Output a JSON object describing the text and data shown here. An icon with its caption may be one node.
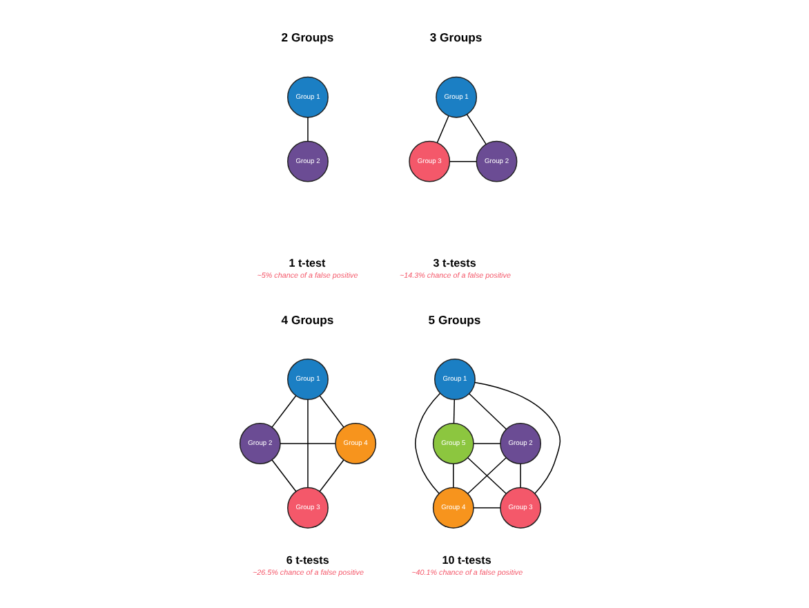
{
  "diagram": {
    "nodes": [
      {
        "text": [
          "Group 1"
        ]
      },
      {
        "text": [
          "Group 2"
        ]
      },
      {
        "text": [
          "Group 1"
        ]
      },
      {
        "text": [
          "Group 3"
        ]
      },
      {
        "text": [
          "Group 2"
        ]
      },
      {
        "text": [
          "Group 1"
        ]
      },
      {
        "text": [
          "Group 4"
        ]
      },
      {
        "text": [
          "Group 2"
        ]
      },
      {
        "text": [
          "Group 3"
        ]
      },
      {
        "text": [
          "Group 1"
        ]
      },
      {
        "text": [
          "Group 5"
        ]
      },
      {
        "text": [
          "Group 2"
        ]
      },
      {
        "text": [
          "Group 4"
        ]
      },
      {
        "text": [
          "Group 3"
        ]
      }
    ],
    "edges": [
      {
        "from": 0,
        "to": 1,
        "arrow": "none"
      },
      {
        "from": 2,
        "to": 3,
        "arrow": "none"
      },
      {
        "from": 2,
        "to": 4,
        "arrow": "none"
      },
      {
        "from": 3,
        "to": 4,
        "arrow": "none"
      },
      {
        "from": 5,
        "to": 6,
        "arrow": "none"
      },
      {
        "from": 5,
        "to": 7,
        "arrow": "none"
      },
      {
        "from": 5,
        "to": 8,
        "arrow": "none"
      },
      {
        "from": 6,
        "to": 7,
        "arrow": "none"
      },
      {
        "from": 6,
        "to": 8,
        "arrow": "none"
      },
      {
        "from": 7,
        "to": 8,
        "arrow": "none"
      },
      {
        "from": 9,
        "to": 10,
        "arrow": "none"
      },
      {
        "from": 9,
        "to": 11,
        "arrow": "none"
      },
      {
        "from": 9,
        "to": 12,
        "arrow": "none"
      },
      {
        "from": 9,
        "to": 13,
        "arrow": "none"
      },
      {
        "from": 10,
        "to": 11,
        "arrow": "none"
      },
      {
        "from": 10,
        "to": 12,
        "arrow": "none"
      },
      {
        "from": 10,
        "to": 13,
        "arrow": "none"
      },
      {
        "from": 11,
        "to": 12,
        "arrow": "none"
      },
      {
        "from": 11,
        "to": 13,
        "arrow": "none"
      },
      {
        "from": 12,
        "to": 13,
        "arrow": "none"
      }
    ],
    "labels": [
      "2 Groups",
      "3 Groups",
      "1 t-test",
      "~5% chance of a false positive",
      "3 t-tests",
      "~14.3% chance of a false positive",
      "4 Groups",
      "5 Groups",
      "6 t-tests",
      "~26.5% chance of a false positive",
      "10 t-tests",
      "~40.1% chance of a false positive"
    ]
  }
}
